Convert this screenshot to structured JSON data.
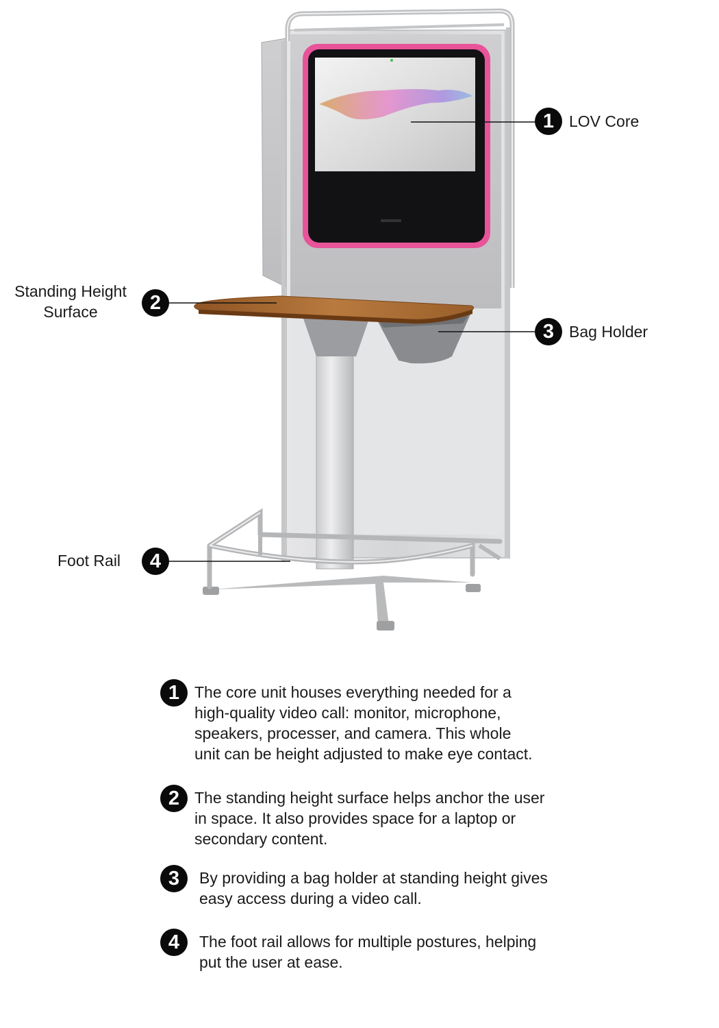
{
  "callouts": [
    {
      "number": "1",
      "label": "LOV Core"
    },
    {
      "number": "2",
      "label": "Standing Height\nSurface"
    },
    {
      "number": "3",
      "label": "Bag Holder"
    },
    {
      "number": "4",
      "label": "Foot Rail"
    }
  ],
  "descriptions": [
    {
      "number": "1",
      "text": "The core unit houses everything needed for a\nhigh-quality video call: monitor, microphone,\nspeakers, processer, and camera.  This whole\nunit can be height adjusted to make eye contact."
    },
    {
      "number": "2",
      "text": "The standing height surface helps anchor the user\nin space.  It also provides space for a laptop or\nsecondary content."
    },
    {
      "number": "3",
      "text": "By providing a bag holder at standing height gives\neasy access during a video call."
    },
    {
      "number": "4",
      "text": "The foot rail allows for multiple postures, helping\nput the user at ease."
    }
  ],
  "colors": {
    "screen_frame": "#e8549a",
    "wood": "#a8692f",
    "fabric": "#c9c9cb",
    "metal": "#d8d9db",
    "badge": "#0a0a0a"
  }
}
